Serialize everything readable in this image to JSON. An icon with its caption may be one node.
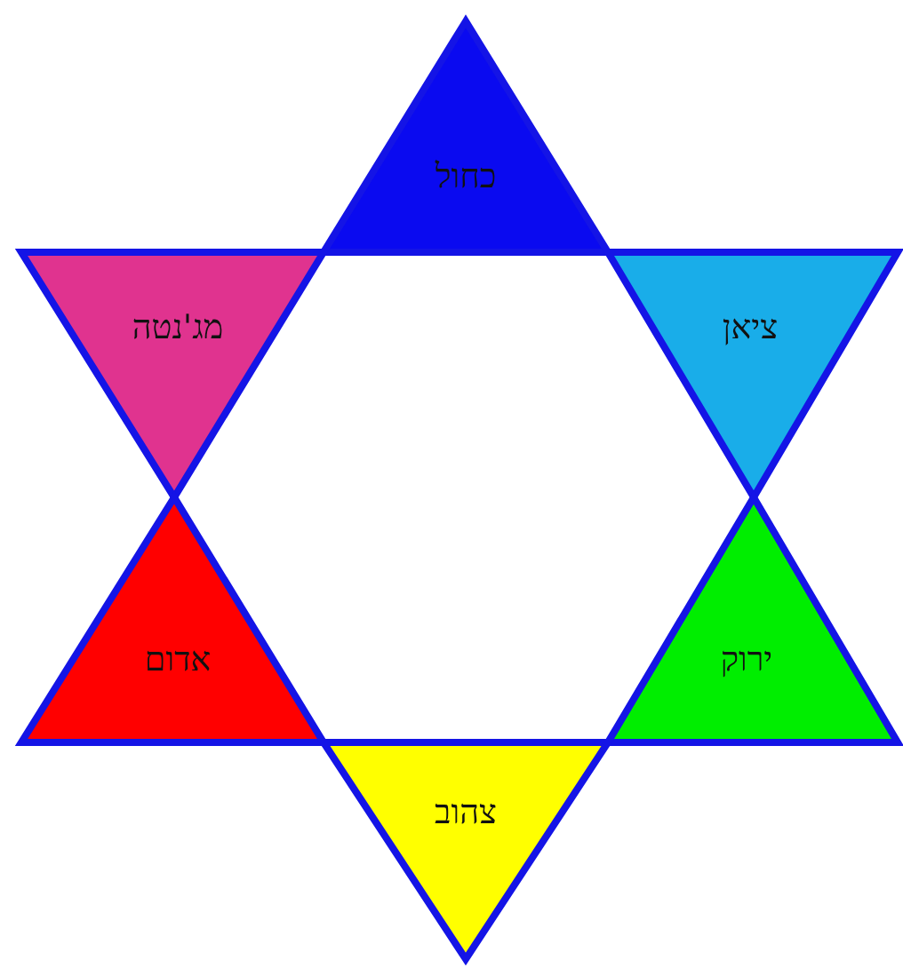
{
  "diagram": {
    "nodes": [
      {
        "text": [
          "כחול"
        ]
      },
      {
        "text": [
          "מג'נטה"
        ]
      },
      {
        "text": [
          "ציאן"
        ]
      },
      {
        "text": [
          "אדום"
        ]
      },
      {
        "text": [
          "ירוק"
        ]
      },
      {
        "text": [
          "צהוב"
        ]
      }
    ],
    "edges": []
  }
}
